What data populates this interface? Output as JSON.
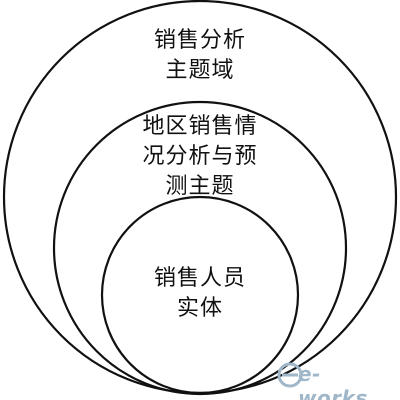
{
  "diagram": {
    "outer": {
      "lines": [
        "销售分析",
        "主题域"
      ]
    },
    "middle": {
      "lines": [
        "地区销售情",
        "况分析与预",
        "测主题"
      ]
    },
    "inner": {
      "lines": [
        "销售人员",
        "实体"
      ]
    }
  },
  "watermark": {
    "text": "e-works",
    "icon": "e-works-logo-icon",
    "color": "#9fb7c9"
  }
}
